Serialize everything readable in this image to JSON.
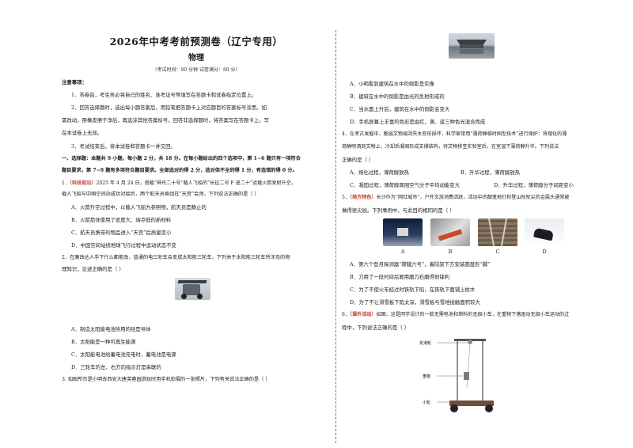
{
  "header": {
    "title": "2026年中考考前预测卷（辽宁专用）",
    "subject": "物理",
    "meta": "（考试时间：90 分钟   试卷满分：80 分）"
  },
  "notes": {
    "heading": "注意事项：",
    "n1": "1．答卷前，考生务必将自己的姓名、准考证号等填写在答题卡和试卷指定位置上。",
    "n2a": "2．回答选择题时，选出每小题答案后，用铅笔把答题卡上对应题目的答案标号涂黑。如",
    "n2b": "需改动，用橡皮擦干净后，再选涂其他答案标号。回答非选择题时，将答案写在答题卡上。写",
    "n2c": "在本试卷上无效。",
    "n3": "3．考试结束后，将本试卷和答题卡一并交回。"
  },
  "section": {
    "line1": "一、选择题：本题共 9 小题，每小题 2 分，共 18 分。在每小题给出的四个选项中，第 1~6 题只有一项符合",
    "line2": "题目要求，第 7~9 题有多项符合题目要求。全部选对的得 2 分，选对但不全的得 1 分，有选错的得 0 分。"
  },
  "q1": {
    "num": "1．",
    "tag": "（科技前沿）",
    "l1": "2025 年 4 月 24 日，搭载“神舟二十号”载人飞船的“长征二号 F 遥二十”运载火箭发射升空，",
    "l2": "载人飞船与中国空间站成功对接后，两个航天员乘组在“天宫”会师。下列说法正确的是（      ）",
    "A": "A．火箭升空过程中，以载人飞船为参照物，航天员是静止的",
    "B": "B．火箭箭体使用了密度大、熔点低的新材料",
    "C": "C．航天员携带的物品进入“天宫”后质量变小",
    "D": "D．中国空间站绕地球飞行过程中运动状态不变"
  },
  "q2": {
    "l1": "2．在魔改达人手下什么都能改，普通的电三轮车会变成太阳能三轮车，下列关于太阳能三轮车所涉及的物",
    "l2": "理知识，论述正确的是（      ）",
    "A": "A．制造太阳能电池所用的硅是导体",
    "B": "B．太阳能是一种可再生能源",
    "C": "C．太阳能电池给蓄电池充电时，蓄电池是电源",
    "D": "D．三轮车的左、右方向指示灯是串联的"
  },
  "q3": {
    "l1": "3. 如图所示是小明去西安大唐芙蓉园游玩时用手机拍摄的一张照片，下列有关说法正确的是（      ）",
    "A": "A．小明看到建筑在水中的倒影是实像",
    "B": "B．建筑在水中的倒影是由光的反射形成的",
    "C": "C．当水面上升后，建筑在水中的倒影会变大",
    "D": "D．手机屏幕上丰富的色彩是由红、黄、蓝三种色光混合而成"
  },
  "q4": {
    "l1": "4．在考古发掘中，脆弱文物易因失水变形损坏，科学家常用“薄荷醇临时固型技术”进行保护：将熔化的薄",
    "l2": "荷醇喷洒到文物上，冷却后凝固形成支撑结构，待文物移至实验室后，在室温下薄荷醇升华。下列说法",
    "l3": "正确的是（      ）",
    "A": "A．熔化过程，薄荷醇放热",
    "B": "B．升华过程，薄荷醇放热",
    "C": "C．凝固过程，薄荷醇周围空气分子平均动能变大",
    "D": "D．升华过程，薄荷醇分子间距变小"
  },
  "q5": {
    "num": "5．",
    "tag": "（地方特色）",
    "l1": "长沙作为“网红城市”，户外文旅消费活跃，活动中的靓蓬地钉和登山杖杖尖的金属头通常被",
    "l2": "做得很尖锐。下列事例中，与此目的相同的是（      ）",
    "labels": [
      "A",
      "B",
      "C",
      "D"
    ],
    "A": "A．第六个登月探测器“嫦娥六号”，着陆架下方安装圆盘形“脚”",
    "B": "B．刀用了一段时间后要用磨刀石磨得很锋利",
    "C": "C．为了不使火车经过时铁轨下陷，在铁轨下面铺上枕木",
    "D": "D．为了不让滑雪板下陷太深，滑雪板与雪地接触面积较大"
  },
  "q6": {
    "num": "6．",
    "tag": "（课外活动）",
    "l1": "如图，这是同学设计的一款无需电池和燃料的无级小车，在重物下落驱动无级小车运动的过",
    "l2": "程中，下列说法正确的是（      ）",
    "fig_labels": [
      "定滑轮",
      "重物",
      "小轮"
    ]
  }
}
